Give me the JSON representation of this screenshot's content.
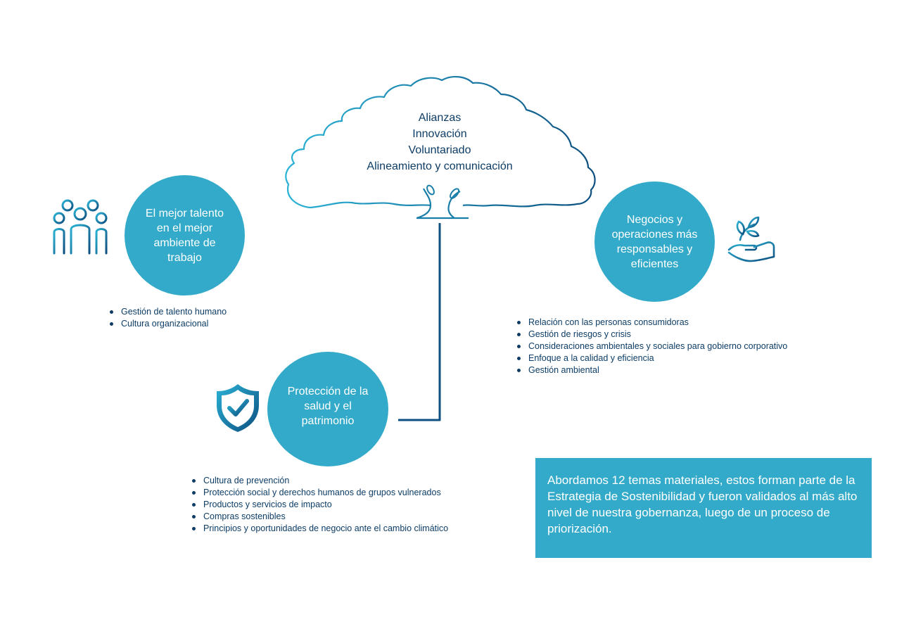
{
  "tree": {
    "lines": [
      "Alianzas",
      "Innovación",
      "Voluntariado",
      "Alineamiento y comunicación"
    ]
  },
  "pillars": [
    {
      "id": "talent",
      "title": "El mejor talento\nen el mejor\nambiente de\ntrabajo",
      "icon": "people-group-icon",
      "topics": [
        "Gestión de talento humano",
        "Cultura organizacional"
      ]
    },
    {
      "id": "business",
      "title": "Negocios y\noperaciones más\nresponsables y\neficientes",
      "icon": "hand-with-plant-icon",
      "topics": [
        "Relación con las personas consumidoras",
        "Gestión de riesgos y crisis",
        "Consideraciones ambientales y sociales para gobierno corporativo",
        "Enfoque a la calidad y eficiencia",
        "Gestión ambiental"
      ]
    },
    {
      "id": "protection",
      "title": "Protección de la\nsalud y el\npatrimonio",
      "icon": "shield-check-icon",
      "topics": [
        "Cultura de prevención",
        "Protección social y derechos humanos de grupos vulnerados",
        "Productos y servicios de impacto",
        "Compras sostenibles",
        "Principios y oportunidades de negocio ante el cambio climático"
      ]
    }
  ],
  "summary": {
    "text": "Abordamos 12 temas materiales, estos forman parte de la Estrategia de Sostenibilidad y fueron validados al más alto nivel de nuestra gobernanza, luego de un proceso de priorización."
  },
  "colors": {
    "circle_fill": "#33aac9",
    "dark_blue": "#0d3d66",
    "light_blue": "#2bb3d6"
  }
}
